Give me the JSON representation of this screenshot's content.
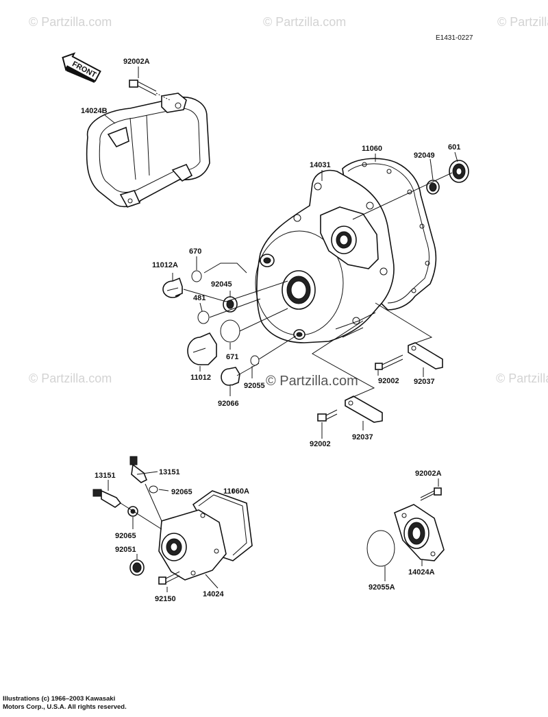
{
  "reference_code": "E1431-0227",
  "front_arrow_label": "FRONT",
  "watermarks": {
    "brand": "© Partzilla.com",
    "main": "© Partzilla.com"
  },
  "parts": {
    "p92002A_top": "92002A",
    "p14024B": "14024B",
    "p14031": "14031",
    "p11060": "11060",
    "p601": "601",
    "p92049": "92049",
    "p11012A": "11012A",
    "p670": "670",
    "p92045": "92045",
    "p481": "481",
    "p671": "671",
    "p11012": "11012",
    "p92055": "92055",
    "p92066": "92066",
    "p92002_right": "92002",
    "p92037_right": "92037",
    "p92002_low": "92002",
    "p92037_low": "92037",
    "p13151_left": "13151",
    "p13151_top": "13151",
    "p92065_right": "92065",
    "p11060A": "11060A",
    "p92065_left": "92065",
    "p92051": "92051",
    "p14024": "14024",
    "p92150": "92150",
    "p92002A_bottom": "92002A",
    "p14024A": "14024A",
    "p92055A": "92055A"
  },
  "copyright": {
    "line1": "Illustrations (c) 1966–2003 Kawasaki",
    "line2": "Motors Corp., U.S.A.  All rights reserved."
  }
}
